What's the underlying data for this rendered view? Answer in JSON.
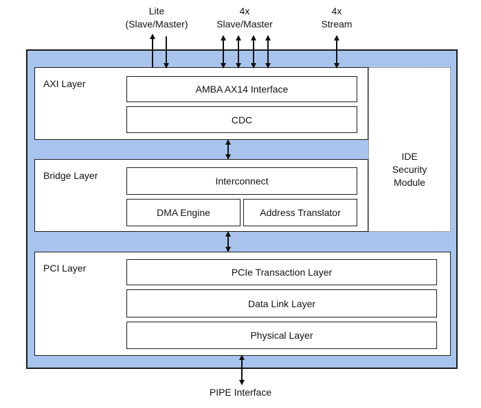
{
  "top_labels": {
    "lite": [
      "Lite",
      "(Slave/Master)"
    ],
    "slave_master": [
      "4x",
      "Slave/Master"
    ],
    "stream": [
      "4x",
      "Stream"
    ]
  },
  "layers": {
    "axi": {
      "title": "AXI Layer",
      "blocks": [
        "AMBA AX14 Interface",
        "CDC"
      ]
    },
    "bridge": {
      "title": "Bridge Layer",
      "blocks": [
        "Interconnect",
        "DMA Engine",
        "Address Translator"
      ]
    },
    "pci": {
      "title": "PCI Layer",
      "blocks": [
        "PCIe Transaction Layer",
        "Data Link Layer",
        "Physical Layer"
      ]
    }
  },
  "ide_module": [
    "IDE",
    "Security",
    "Module"
  ],
  "bottom_label": "PIPE Interface",
  "colors": {
    "outer_fill": "#a8c4ec",
    "border": "#1a1a1a",
    "block_fill": "#ffffff"
  }
}
